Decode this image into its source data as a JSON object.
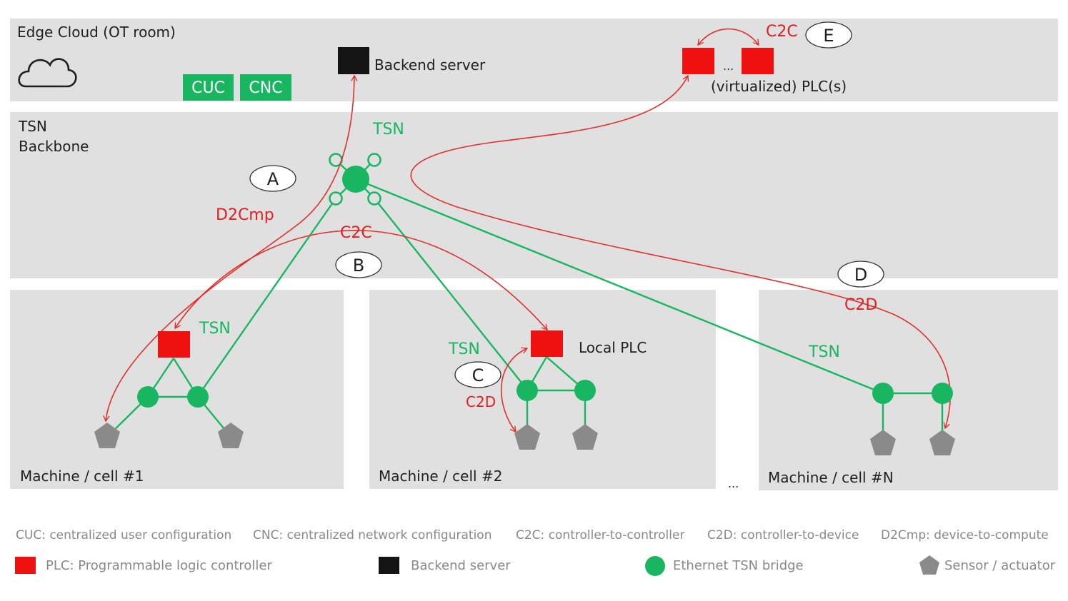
{
  "zones": {
    "edge_cloud": "Edge Cloud (OT room)",
    "backbone_line1": "TSN",
    "backbone_line2": "Backbone",
    "cell1": "Machine / cell #1",
    "cell2": "Machine / cell #2",
    "cellN": "Machine / cell #N",
    "cells_ellipsis": "..."
  },
  "edge": {
    "cuc": "CUC",
    "cnc": "CNC",
    "backend_server": "Backend server",
    "plc_ellipsis": "...",
    "virtualized_plcs": "(virtualized) PLC(s)"
  },
  "labels": {
    "tsn": "TSN",
    "c2c": "C2C",
    "c2d": "C2D",
    "d2cmp": "D2Cmp",
    "local_plc": "Local PLC"
  },
  "markers": {
    "a": "A",
    "b": "B",
    "c": "C",
    "d": "D",
    "e": "E"
  },
  "legend": {
    "abbreviations": [
      "CUC: centralized user configuration",
      "CNC: centralized network configuration",
      "C2C: controller-to-controller",
      "C2D: controller-to-device",
      "D2Cmp: device-to-compute"
    ],
    "symbols": [
      {
        "label": "PLC: Programmable logic controller",
        "icon": "plc-square"
      },
      {
        "label": "Backend server",
        "icon": "server-square"
      },
      {
        "label": "Ethernet TSN bridge",
        "icon": "bridge-circle"
      },
      {
        "label": "Sensor / actuator",
        "icon": "sensor-pentagon"
      }
    ]
  },
  "colors": {
    "zone": "#e0e0e0",
    "tsn_green": "#19b661",
    "flow_red": "#e0302a",
    "plc_red": "#f01010",
    "server_black": "#141414",
    "sensor_gray": "#8a8a8a",
    "legend_text": "#888888"
  }
}
